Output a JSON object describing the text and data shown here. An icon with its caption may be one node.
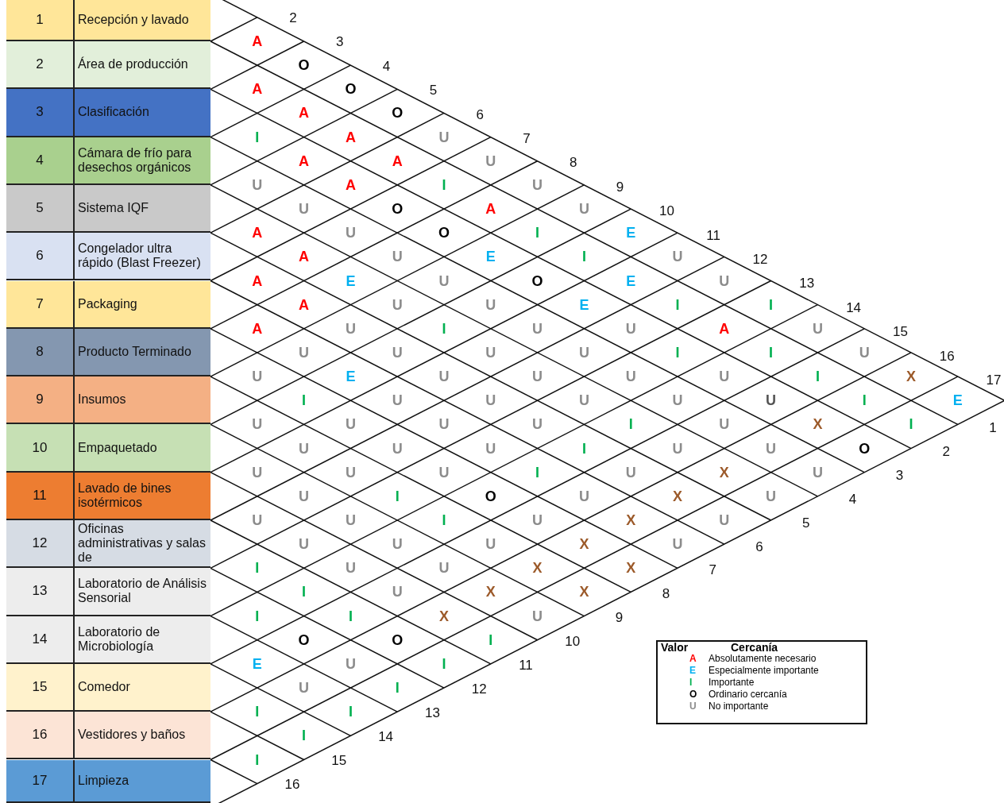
{
  "diagram": {
    "nodes": [
      {
        "text": [
          "1",
          "Recepción y lavado"
        ]
      },
      {
        "text": [
          "2",
          "Área de producción"
        ]
      },
      {
        "text": [
          "3",
          "Clasificación"
        ]
      },
      {
        "text": [
          "4",
          "Cámara de frío para desechos orgánicos"
        ]
      },
      {
        "text": [
          "5",
          "Sistema IQF"
        ]
      },
      {
        "text": [
          "6",
          "Congelador ultra rápido (Blast Freezer)"
        ]
      },
      {
        "text": [
          "7",
          "Packaging"
        ]
      },
      {
        "text": [
          "8",
          "Producto Terminado"
        ]
      },
      {
        "text": [
          "9",
          "Insumos"
        ]
      },
      {
        "text": [
          "10",
          "Empaquetado"
        ]
      },
      {
        "text": [
          "11",
          "Lavado de bines isotérmicos"
        ]
      },
      {
        "text": [
          "12",
          "Oficinas administrativas y salas de"
        ]
      },
      {
        "text": [
          "13",
          "Laboratorio de Análisis Sensorial"
        ]
      },
      {
        "text": [
          "14",
          "Laboratorio de Microbiología"
        ]
      },
      {
        "text": [
          "15",
          "Comedor"
        ]
      },
      {
        "text": [
          "16",
          "Vestidores y baños"
        ]
      },
      {
        "text": [
          "17",
          "Limpieza"
        ]
      }
    ],
    "labels": [
      "2",
      "3",
      "4",
      "5",
      "6",
      "7",
      "8",
      "9",
      "10",
      "11",
      "12",
      "13",
      "14",
      "15",
      "16",
      "17",
      "1",
      "2",
      "3",
      "4",
      "5",
      "6",
      "7",
      "8",
      "9",
      "10",
      "11",
      "12",
      "13",
      "14",
      "15",
      "16",
      "A",
      "O",
      "O",
      "O",
      "U",
      "U",
      "U",
      "U",
      "E",
      "U",
      "U",
      "I",
      "U",
      "U",
      "X",
      "E",
      "A",
      "A",
      "A",
      "A",
      "I",
      "A",
      "I",
      "I",
      "E",
      "I",
      "A",
      "I",
      "I",
      "I",
      "I",
      "I",
      "A",
      "A",
      "O",
      "O",
      "E",
      "O",
      "E",
      "U",
      "I",
      "U",
      "U",
      "X",
      "O",
      "U",
      "U",
      "U",
      "U",
      "U",
      "U",
      "U",
      "U",
      "U",
      "U",
      "U",
      "U",
      "U",
      "A",
      "A",
      "E",
      "U",
      "I",
      "U",
      "U",
      "U",
      "I",
      "U",
      "X",
      "U",
      "A",
      "A",
      "U",
      "U",
      "U",
      "U",
      "U",
      "I",
      "U",
      "X",
      "U",
      "A",
      "U",
      "E",
      "U",
      "U",
      "U",
      "I",
      "U",
      "X",
      "U",
      "U",
      "I",
      "U",
      "U",
      "U",
      "O",
      "U",
      "X",
      "X",
      "U",
      "U",
      "U",
      "I",
      "I",
      "U",
      "X",
      "X",
      "U",
      "U",
      "U",
      "U",
      "U",
      "X",
      "U",
      "U",
      "U",
      "U",
      "U",
      "X",
      "I",
      "I",
      "I",
      "I",
      "O",
      "I",
      "I",
      "O",
      "U",
      "I",
      "E",
      "U",
      "I",
      "I",
      "I",
      "I",
      "Valor",
      "Cercanía",
      "A",
      "E",
      "I",
      "O",
      "U"
    ],
    "legend": [
      {
        "text": "Absolutamente necesario"
      },
      {
        "text": "Especialmente importante"
      },
      {
        "text": "Importante"
      },
      {
        "text": "Ordinario cercanía"
      },
      {
        "text": "No importante"
      }
    ]
  }
}
